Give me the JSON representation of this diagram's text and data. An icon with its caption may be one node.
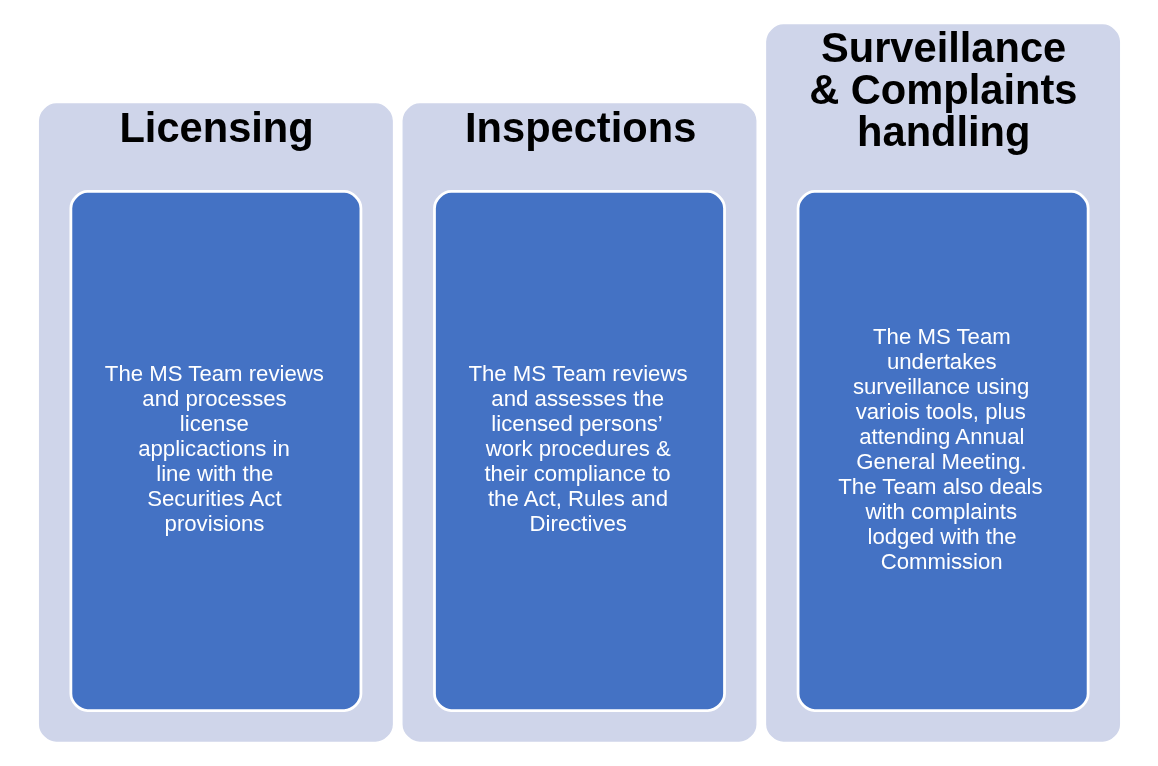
{
  "diagram": {
    "nodes": [
      {
        "text": [
          "Licensing"
        ]
      },
      {
        "text": [
          "The MS Team reviews and processes license applicactions in line with the Securities Act provisions"
        ],
        "in": 0
      },
      {
        "text": [
          "Inspections"
        ]
      },
      {
        "text": [
          "The MS Team reviews and assesses the licensed persons’ work procedures & their compliance to the Act, Rules and Directives"
        ],
        "in": 2
      },
      {
        "text": [
          "Surveillance & Complaints handling"
        ]
      },
      {
        "text": [
          "The MS Team undertakes surveillance using variois tools, plus attending Annual General Meeting. The Team also deals with complaints lodged with the Commission"
        ],
        "in": 4
      }
    ]
  }
}
